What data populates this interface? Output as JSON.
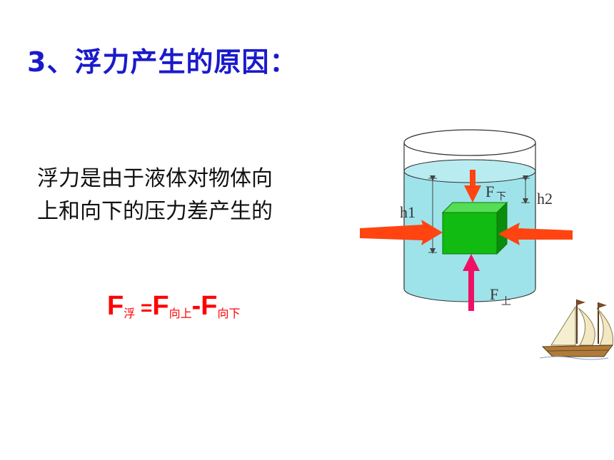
{
  "title": "3、浮力产生的原因：",
  "description": {
    "line1": "浮力是由于液体对物体向",
    "line2": "上和向下的压力差产生的"
  },
  "formula": {
    "F1": "F",
    "sub1": "浮",
    "eq": " =",
    "F2": "F",
    "sub2": "向上",
    "minus": "-",
    "F3": "F",
    "sub3": "向下"
  },
  "diagram": {
    "label_h1": "h1",
    "label_h2": "h2",
    "label_f_down": "F",
    "label_f_down_sub": "下",
    "label_f_up": "F",
    "label_f_up_sub": "上",
    "colors": {
      "water": "#9fe3ea",
      "cube": "#11bb11",
      "side_arrow": "#ff4411",
      "down_arrow": "#ff4411",
      "up_arrow": "#ee1166"
    }
  }
}
